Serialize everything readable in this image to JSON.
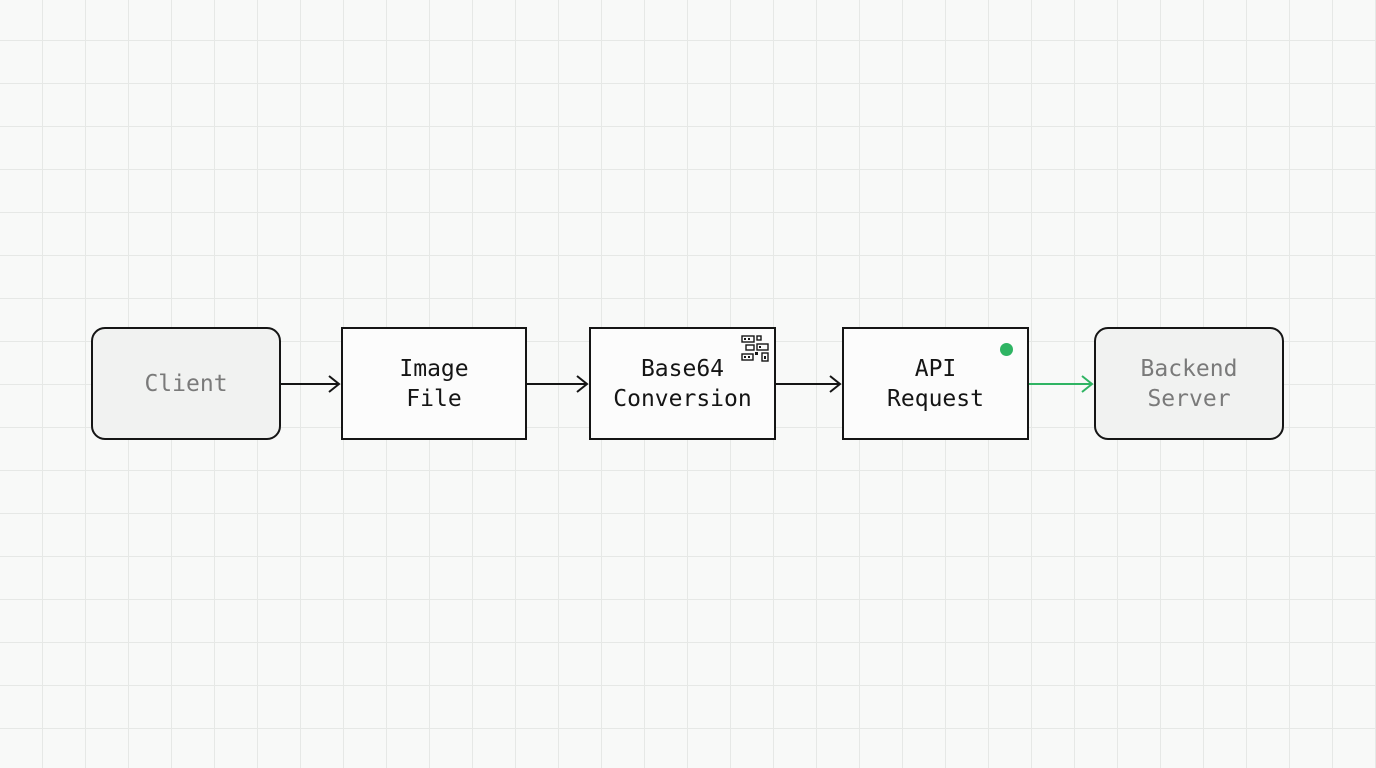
{
  "diagram": {
    "nodes": [
      {
        "id": "client",
        "label": "Client",
        "kind": "terminal"
      },
      {
        "id": "image",
        "label": "Image\nFile",
        "kind": "process"
      },
      {
        "id": "base64",
        "label": "Base64\nConversion",
        "kind": "process",
        "icon": "qr-code-icon"
      },
      {
        "id": "api",
        "label": "API\nRequest",
        "kind": "process",
        "status": "active"
      },
      {
        "id": "backend",
        "label": "Backend\nServer",
        "kind": "terminal"
      }
    ],
    "edges": [
      {
        "from": "client",
        "to": "image",
        "color": "#151515"
      },
      {
        "from": "image",
        "to": "base64",
        "color": "#151515"
      },
      {
        "from": "base64",
        "to": "api",
        "color": "#151515"
      },
      {
        "from": "api",
        "to": "backend",
        "color": "#2fb463"
      }
    ]
  },
  "colors": {
    "stroke": "#151515",
    "active": "#2fb463",
    "terminal_text": "#7a7a7a",
    "grid": "#e6e8e6"
  }
}
